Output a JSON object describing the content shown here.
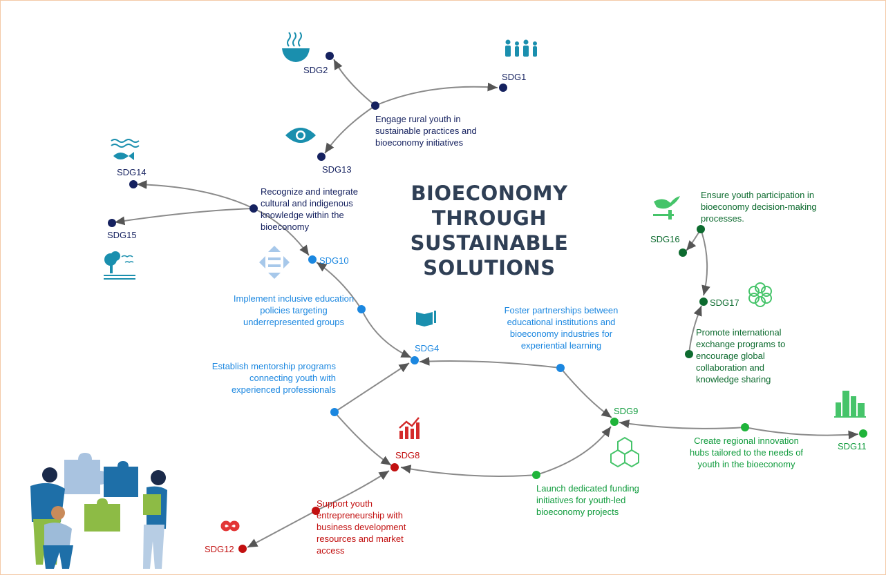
{
  "title_lines": [
    "BIOECONOMY",
    "THROUGH",
    "SUSTAINABLE",
    "SOLUTIONS"
  ],
  "colors": {
    "navy": "#15215f",
    "blue": "#1b87e0",
    "green": "#1fb43a",
    "dark_green": "#0d6b2f",
    "red": "#c21010",
    "icon_teal": "#1a8fae",
    "border": "#f3c9a6",
    "title": "#2f3f55"
  },
  "actions": {
    "engage_rural": "Engage rural youth in sustainable practices and bioeconomy initiatives",
    "recognize_cultural": "Recognize and integrate cultural and indigenous knowledge within the bioeconomy",
    "implement_inclusive": "Implement inclusive education policies targeting underrepresented groups",
    "establish_mentorship": "Establish mentorship programs connecting youth with experienced professionals",
    "foster_partnerships": "Foster partnerships between educational institutions and bioeconomy industries for experiential learning",
    "ensure_participation": "Ensure youth participation in bioeconomy decision-making processes.",
    "promote_exchange": "Promote international exchange programs to encourage global collaboration and knowledge sharing",
    "create_hubs": "Create regional innovation hubs tailored to the needs of youth in the bioeconomy",
    "launch_funding": "Launch dedicated funding initiatives for youth-led bioeconomy projects",
    "support_entrepreneurship": "Support youth entrepreneurship with business development resources and market access"
  },
  "sdgs": {
    "sdg1": "SDG1",
    "sdg2": "SDG2",
    "sdg4": "SDG4",
    "sdg8": "SDG8",
    "sdg9": "SDG9",
    "sdg10": "SDG10",
    "sdg11": "SDG11",
    "sdg12": "SDG12",
    "sdg13": "SDG13",
    "sdg14": "SDG14",
    "sdg15": "SDG15",
    "sdg16": "SDG16",
    "sdg17": "SDG17"
  },
  "icons": {
    "sdg1": "people-family-icon",
    "sdg2": "food-bowl-icon",
    "sdg4": "open-book-icon",
    "sdg8": "growth-chart-icon",
    "sdg9": "cubes-icon",
    "sdg10": "equality-arrows-icon",
    "sdg11": "city-buildings-icon",
    "sdg12": "infinity-icon",
    "sdg13": "eye-globe-icon",
    "sdg14": "fish-waves-icon",
    "sdg15": "tree-birds-icon",
    "sdg16": "dove-gavel-icon",
    "sdg17": "rings-flower-icon",
    "illustration": "people-puzzle-illustration"
  }
}
